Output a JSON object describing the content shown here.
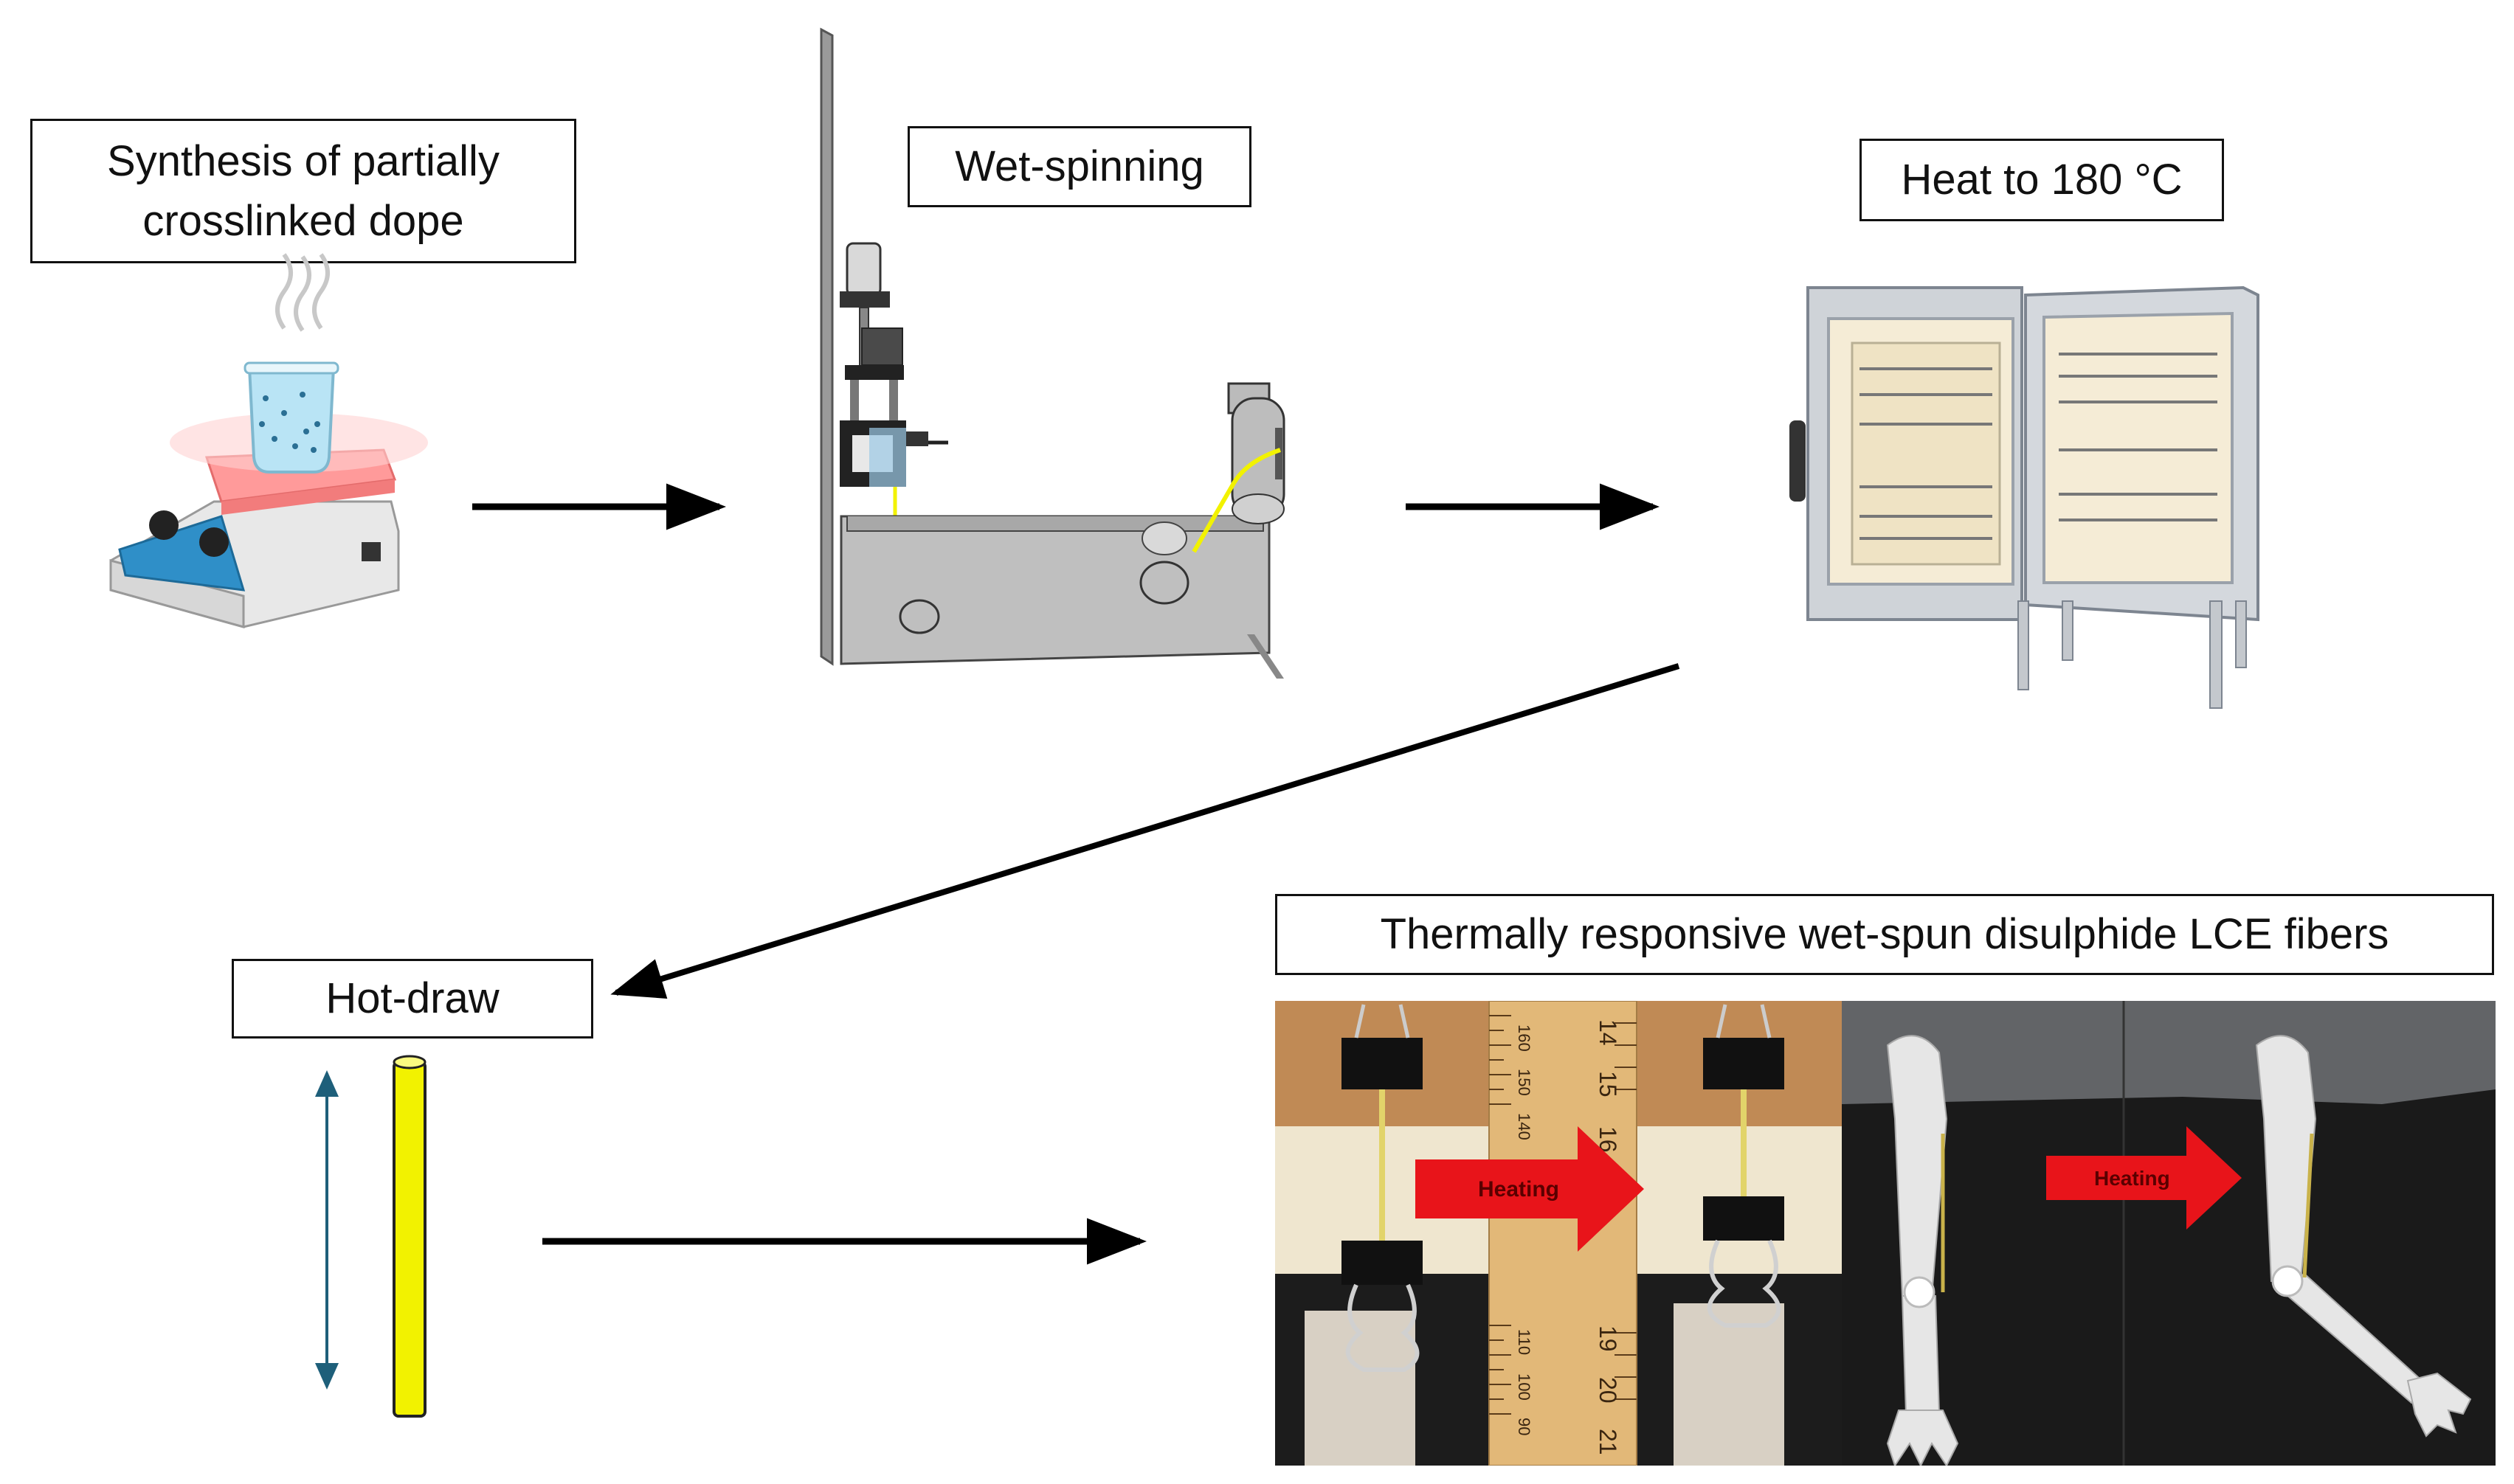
{
  "steps": {
    "synthesis": "Synthesis of partially\ncrosslinked dope",
    "wet_spinning": "Wet-spinning",
    "heat": "Heat to 180 °C",
    "hot_draw": "Hot-draw",
    "result": "Thermally responsive wet-spun disulphide LCE fibers"
  },
  "photos": {
    "arrow_label_left": "Heating",
    "arrow_label_right": "Heating",
    "ruler_top_numbers": [
      "14",
      "15",
      "16"
    ],
    "ruler_top_mm": [
      "160",
      "150",
      "140"
    ],
    "ruler_bottom_numbers": [
      "19",
      "20",
      "21"
    ],
    "ruler_bottom_mm": [
      "110",
      "100",
      "90"
    ]
  },
  "colors": {
    "fiber_yellow": "#f2f200",
    "draw_arrow": "#1e5f7a",
    "heating_arrow": "#e8141a",
    "hotplate_blue": "#2f8fc8"
  },
  "icons": [
    "hotplate-beaker-icon",
    "wet-spinning-rig-icon",
    "oven-icon",
    "fiber-icon"
  ]
}
